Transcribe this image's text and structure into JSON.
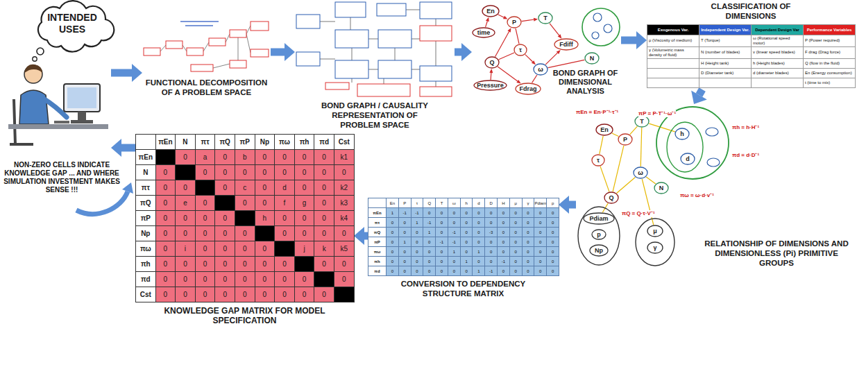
{
  "diagram": {
    "nodes": [
      {
        "text": [
          "INTENDED USES"
        ]
      },
      {
        "text": [
          "FUNCTIONAL DECOMPOSITION OF A PROBLEM SPACE"
        ]
      },
      {
        "text": [
          "BOND GRAPH / CAUSALITY REPRESENTATION OF PROBLEM SPACE"
        ]
      },
      {
        "text": [
          "BOND GRAPH OF DIMENSIONAL ANALYSIS"
        ]
      },
      {
        "text": [
          "En"
        ],
        "in": 3
      },
      {
        "text": [
          "time"
        ],
        "in": 3
      },
      {
        "text": [
          "P"
        ],
        "in": 3
      },
      {
        "text": [
          "T"
        ],
        "in": 3
      },
      {
        "text": [
          "τ"
        ],
        "in": 3
      },
      {
        "text": [
          "Fdiff"
        ],
        "in": 3
      },
      {
        "text": [
          "ω"
        ],
        "in": 3
      },
      {
        "text": [
          "N"
        ],
        "in": 3
      },
      {
        "text": [
          "Q"
        ],
        "in": 3
      },
      {
        "text": [
          "Pressure"
        ],
        "in": 3
      },
      {
        "text": [
          "Fdrag"
        ],
        "in": 3
      },
      {
        "text": [
          "CLASSIFICATION OF DIMENSIONS"
        ]
      },
      {
        "text": [
          "RELATIONSHIP OF DIMENSIONS AND DIMENSIONLESS (Pi) PRIMITIVE GROUPS"
        ]
      },
      {
        "text": [
          "En"
        ],
        "in": 16
      },
      {
        "text": [
          "P"
        ],
        "in": 16
      },
      {
        "text": [
          "T"
        ],
        "in": 16
      },
      {
        "text": [
          "τ"
        ],
        "in": 16
      },
      {
        "text": [
          "ω"
        ],
        "in": 16
      },
      {
        "text": [
          "Q"
        ],
        "in": 16
      },
      {
        "text": [
          "N"
        ],
        "in": 16
      },
      {
        "text": [
          "h"
        ],
        "in": 16
      },
      {
        "text": [
          "d"
        ],
        "in": 16
      },
      {
        "text": [
          "Pdiam"
        ],
        "in": 16
      },
      {
        "text": [
          "p"
        ],
        "in": 16
      },
      {
        "text": [
          "Np"
        ],
        "in": 16
      },
      {
        "text": [
          "μ"
        ],
        "in": 16
      },
      {
        "text": [
          "γ"
        ],
        "in": 16
      },
      {
        "text": [
          "CONVERSION TO DEPENDENCY STRUCTURE MATRIX"
        ]
      },
      {
        "text": [
          "KNOWLEDGE GAP MATRIX FOR MODEL SPECIFICATION"
        ]
      }
    ],
    "edges": [
      {
        "from": 0,
        "to": 1,
        "arrow": "to"
      },
      {
        "from": 1,
        "to": 2,
        "arrow": "to"
      },
      {
        "from": 2,
        "to": 3,
        "arrow": "to"
      },
      {
        "from": 3,
        "to": 15,
        "arrow": "to"
      },
      {
        "from": 15,
        "to": 16,
        "arrow": "to"
      },
      {
        "from": 16,
        "to": 31,
        "arrow": "to"
      },
      {
        "from": 31,
        "to": 32,
        "arrow": "to"
      },
      {
        "from": 32,
        "to": 0,
        "arrow": "to"
      },
      {
        "from": 4,
        "to": 6,
        "arrow": "to"
      },
      {
        "from": 5,
        "to": 4,
        "arrow": "to"
      },
      {
        "from": 6,
        "to": 7,
        "arrow": "to"
      },
      {
        "from": 7,
        "to": 9,
        "arrow": "to"
      },
      {
        "from": 6,
        "to": 8,
        "arrow": "none"
      },
      {
        "from": 8,
        "to": 10,
        "arrow": "to"
      },
      {
        "from": 10,
        "to": 11,
        "arrow": "none"
      },
      {
        "from": 12,
        "to": 6,
        "arrow": "to"
      },
      {
        "from": 12,
        "to": 14,
        "arrow": "to"
      },
      {
        "from": 13,
        "to": 12,
        "arrow": "to"
      },
      {
        "from": 14,
        "to": 10,
        "arrow": "none"
      },
      {
        "from": 10,
        "to": 9,
        "arrow": "to"
      },
      {
        "from": 8,
        "to": 12,
        "arrow": "none"
      },
      {
        "from": 17,
        "to": 18,
        "arrow": "none"
      },
      {
        "from": 18,
        "to": 19,
        "arrow": "none"
      },
      {
        "from": 19,
        "to": 21,
        "arrow": "none"
      },
      {
        "from": 17,
        "to": 20,
        "arrow": "none"
      },
      {
        "from": 20,
        "to": 22,
        "arrow": "none"
      },
      {
        "from": 21,
        "to": 22,
        "arrow": "none"
      },
      {
        "from": 21,
        "to": 23,
        "arrow": "none"
      },
      {
        "from": 22,
        "to": 26,
        "arrow": "none"
      },
      {
        "from": 21,
        "to": 29,
        "arrow": "none"
      },
      {
        "from": 18,
        "to": 22,
        "arrow": "none"
      },
      {
        "from": 19,
        "to": 24,
        "arrow": "none"
      }
    ],
    "labels": [
      "NON-ZERO CELLS INDICATE KNOWLEDGE GAP ... AND WHERE SIMULATION INVESTMENT MAKES SENSE !!!",
      "Exogenous Var.",
      "Independent Design Var.",
      "Dependent Design Var",
      "Performance Variables",
      "μ (Viscosity of medium)",
      "T (Torque)",
      "ω (Rotational speed motor)",
      "P (Power required)",
      "γ (Volumetric mass density of fluid)",
      "N (number of blades)",
      "v (linear speed blades)",
      "F drag (Drag force)",
      "H (Height tank)",
      "h (Height blades)",
      "Q (flow in the fluid)",
      "D (Diameter tank)",
      "d (diameter blades)",
      "En (Energy consumption)",
      "t (time to mix)",
      "πEn = En·P⁻¹·τ⁻¹",
      "πP = P·T⁻¹·ω⁻¹",
      "πω = ω·d·v⁻¹",
      "πh = h·H⁻¹",
      "πd = d·D⁻¹",
      "πQ = Q·τ·V⁻¹",
      "En",
      "P",
      "τ",
      "Q",
      "T",
      "ω",
      "h",
      "d",
      "D",
      "H",
      "μ",
      "γ",
      "Pdiam",
      "p",
      "πEn",
      "1",
      "-1",
      "-1",
      "0",
      "0",
      "0",
      "0",
      "0",
      "0",
      "0",
      "0",
      "0",
      "0",
      "0",
      "πτ",
      "0",
      "0",
      "1",
      "-1",
      "0",
      "0",
      "0",
      "0",
      "0",
      "0",
      "0",
      "0",
      "0",
      "0",
      "πQ",
      "0",
      "0",
      "0",
      "1",
      "0",
      "-1",
      "0",
      "0",
      "-3",
      "0",
      "0",
      "0",
      "0",
      "0",
      "πP",
      "0",
      "1",
      "0",
      "0",
      "-1",
      "-1",
      "0",
      "0",
      "0",
      "0",
      "0",
      "0",
      "0",
      "0",
      "πω",
      "0",
      "0",
      "0",
      "0",
      "0",
      "1",
      "0",
      "1",
      "0",
      "0",
      "0",
      "0",
      "0",
      "0",
      "πh",
      "0",
      "0",
      "0",
      "0",
      "0",
      "0",
      "1",
      "0",
      "0",
      "-1",
      "0",
      "0",
      "0",
      "0",
      "πd",
      "0",
      "0",
      "0",
      "0",
      "0",
      "0",
      "0",
      "1",
      "-1",
      "0",
      "0",
      "0",
      "0",
      "0",
      "πEn",
      "N",
      "πτ",
      "πQ",
      "πP",
      "Np",
      "πω",
      "πh",
      "πd",
      "Cst",
      "πEn",
      "0",
      "a",
      "0",
      "b",
      "0",
      "0",
      "0",
      "0",
      "k1",
      "N",
      "0",
      "0",
      "0",
      "0",
      "0",
      "0",
      "0",
      "0",
      "0",
      "πτ",
      "0",
      "0",
      "0",
      "c",
      "0",
      "d",
      "0",
      "0",
      "k2",
      "πQ",
      "0",
      "e",
      "0",
      "0",
      "0",
      "f",
      "g",
      "0",
      "k3",
      "πP",
      "0",
      "0",
      "0",
      "0",
      "h",
      "0",
      "0",
      "0",
      "k4",
      "Np",
      "0",
      "0",
      "0",
      "0",
      "0",
      "0",
      "0",
      "0",
      "0",
      "πω",
      "0",
      "i",
      "0",
      "0",
      "0",
      "0",
      "j",
      "k",
      "k5",
      "πh",
      "0",
      "0",
      "0",
      "0",
      "0",
      "0",
      "0",
      "0",
      "0",
      "πd",
      "0",
      "0",
      "0",
      "0",
      "0",
      "0",
      "0",
      "0",
      "0",
      "Cst",
      "0",
      "0",
      "0",
      "0",
      "0",
      "0",
      "0",
      "0",
      "0"
    ]
  }
}
